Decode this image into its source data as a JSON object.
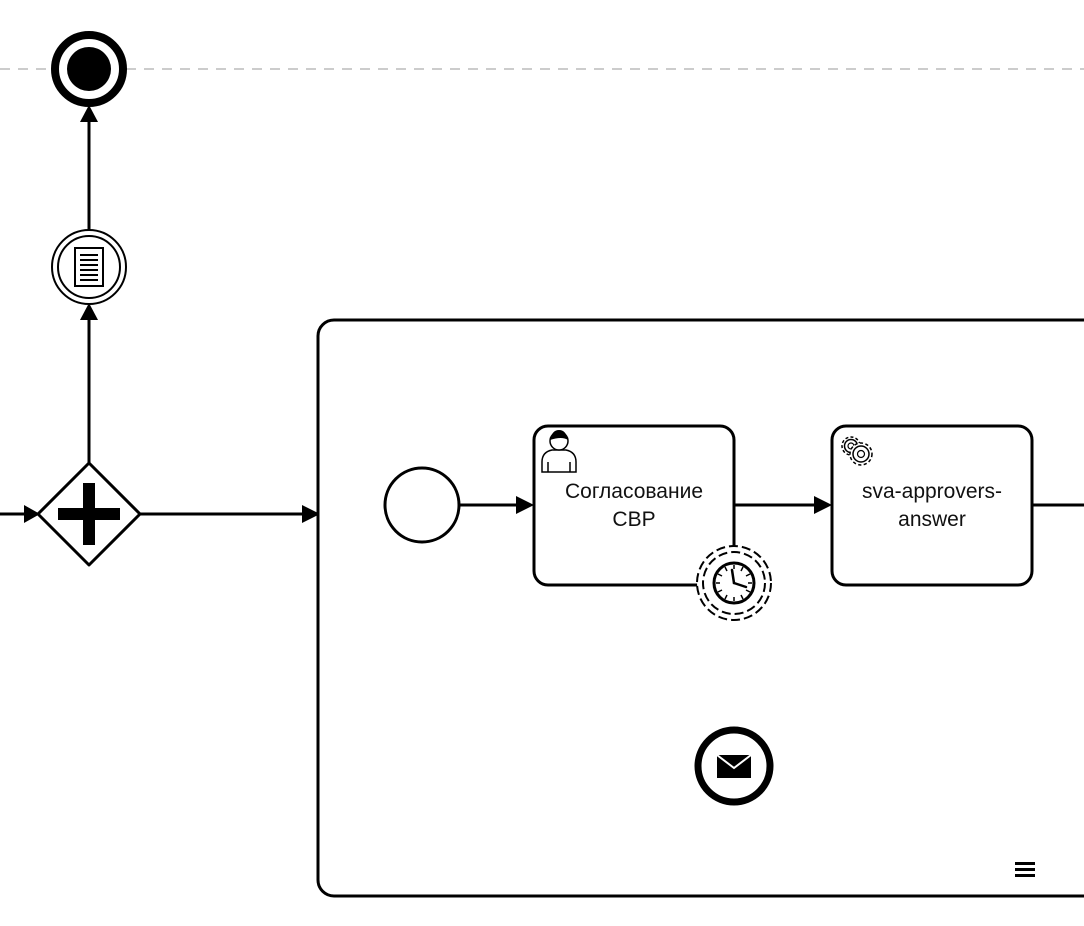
{
  "diagram": {
    "type": "bpmn",
    "colors": {
      "stroke": "#000000",
      "fill": "#ffffff",
      "lane_divider": "#cccccc",
      "text": "#111111"
    },
    "elements": {
      "end_event": {
        "kind": "end-event"
      },
      "document_event": {
        "kind": "intermediate-event",
        "icon": "document-icon"
      },
      "parallel_gateway": {
        "kind": "parallel-gateway",
        "icon": "plus-icon"
      },
      "subprocess": {
        "kind": "event-subprocess",
        "marker": "collapse-lines-icon"
      },
      "start_event": {
        "kind": "start-event"
      },
      "user_task": {
        "kind": "user-task",
        "icon": "user-icon",
        "label_lines": [
          "Согласование",
          "СВР"
        ]
      },
      "timer_boundary": {
        "kind": "boundary-timer-event",
        "icon": "clock-icon"
      },
      "service_task": {
        "kind": "service-task",
        "icon": "gear-icon",
        "label_lines": [
          "sva-approvers-",
          "answer"
        ]
      },
      "message_end": {
        "kind": "message-end-event",
        "icon": "envelope-icon"
      }
    }
  }
}
